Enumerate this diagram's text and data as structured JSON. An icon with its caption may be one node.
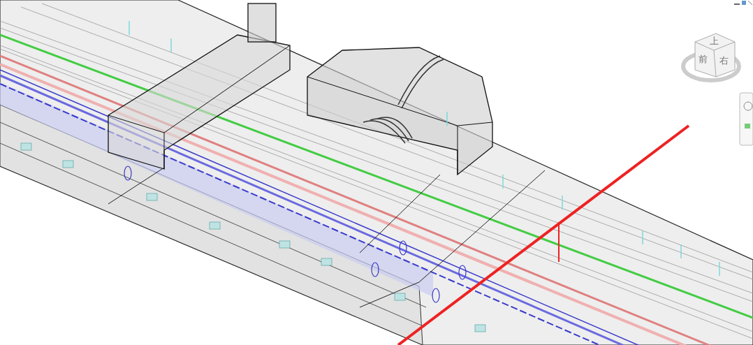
{
  "diagram": {
    "labels": [
      "上",
      "前",
      "右"
    ]
  }
}
